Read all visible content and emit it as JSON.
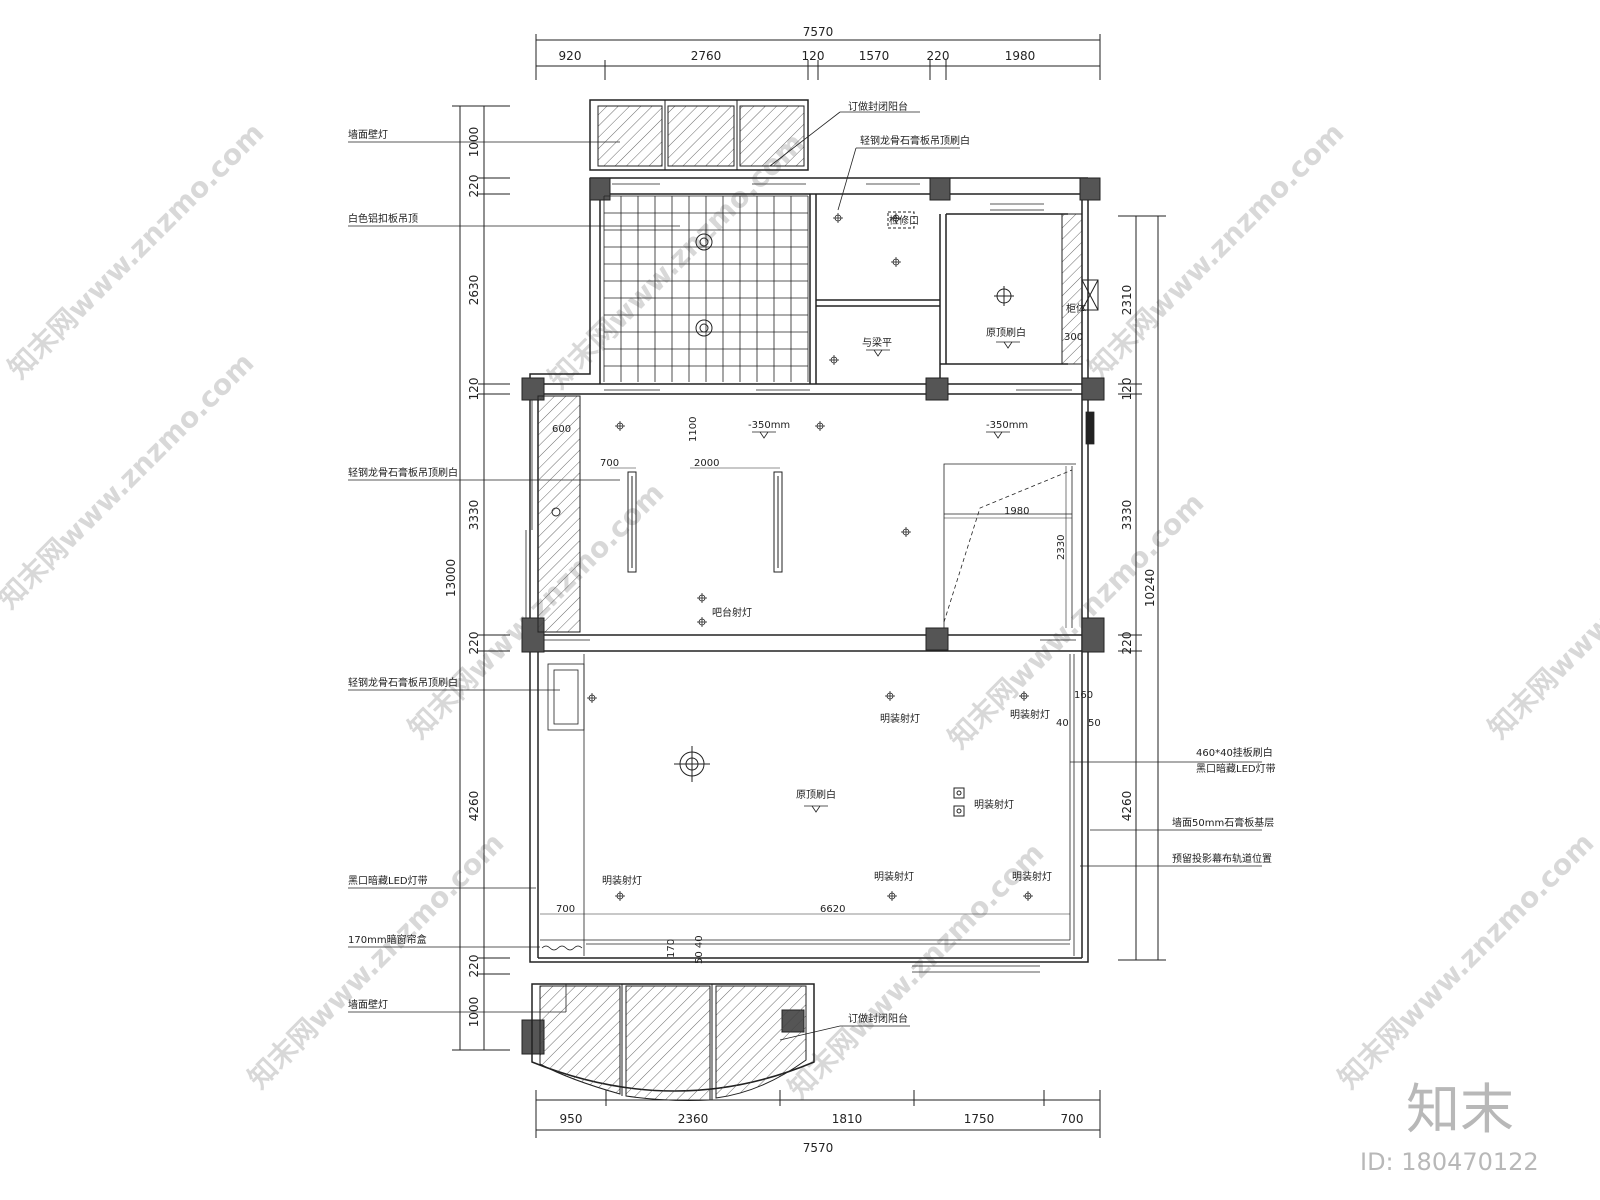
{
  "dims_top": {
    "total": "7570",
    "segments": [
      "920",
      "2760",
      "120",
      "1570",
      "220",
      "1980"
    ]
  },
  "dims_bottom": {
    "total": "7570",
    "segments": [
      "950",
      "2360",
      "1810",
      "1750",
      "700"
    ]
  },
  "dims_left": {
    "total": "13000",
    "segments": [
      "1000",
      "220",
      "2630",
      "120",
      "3330",
      "220",
      "4260",
      "220",
      "1000"
    ]
  },
  "dims_right": {
    "total": "10240",
    "segments": [
      "2310",
      "120",
      "3330",
      "220",
      "4260"
    ]
  },
  "left_labels": [
    "墙面壁灯",
    "白色铝扣板吊顶",
    "轻钢龙骨石膏板吊顶刷白",
    "轻钢龙骨石膏板吊顶刷白",
    "黑口暗藏LED灯带",
    "170mm暗窗帘盒",
    "墙面壁灯"
  ],
  "right_labels": [
    "460*40挂板刷白",
    "黑口暗藏LED灯带",
    "墙面50mm石膏板基层",
    "预留投影幕布轨道位置"
  ],
  "top_notes": [
    "订做封闭阳台",
    "轻钢龙骨石膏板吊顶刷白"
  ],
  "bottom_note": "订做封闭阳台",
  "room_notes": {
    "access_hatch": "检修口",
    "beam_level": "与梁平",
    "ceiling_paint_1": "原顶刷白",
    "cabinet": "柜体",
    "cabinet_dim": "300",
    "level_1": "-350mm",
    "level_2": "-350mm",
    "bar_light": "吧台射灯",
    "surface_light_1": "明装射灯",
    "surface_light_2": "明装射灯",
    "surface_light_3": "明装射灯",
    "surface_light_4": "明装射灯",
    "surface_light_5": "明装射灯",
    "surface_light_6": "明装射灯",
    "ceiling_paint_2": "原顶刷白"
  },
  "inner_dims": {
    "d600": "600",
    "d1100": "1100",
    "d700a": "700",
    "d2000": "2000",
    "d1980": "1980",
    "d2330": "2330",
    "d160": "160",
    "d40": "40",
    "d50": "50",
    "d700b": "700",
    "d6620": "6620",
    "d170": "170",
    "d5040": "50 40"
  },
  "watermark": "知末网www.znzmo.com",
  "brand": {
    "name": "知末",
    "id": "ID: 180470122"
  },
  "colors": {
    "line": "#222222",
    "wall": "#555555",
    "watermark": "#d8d8d8"
  }
}
